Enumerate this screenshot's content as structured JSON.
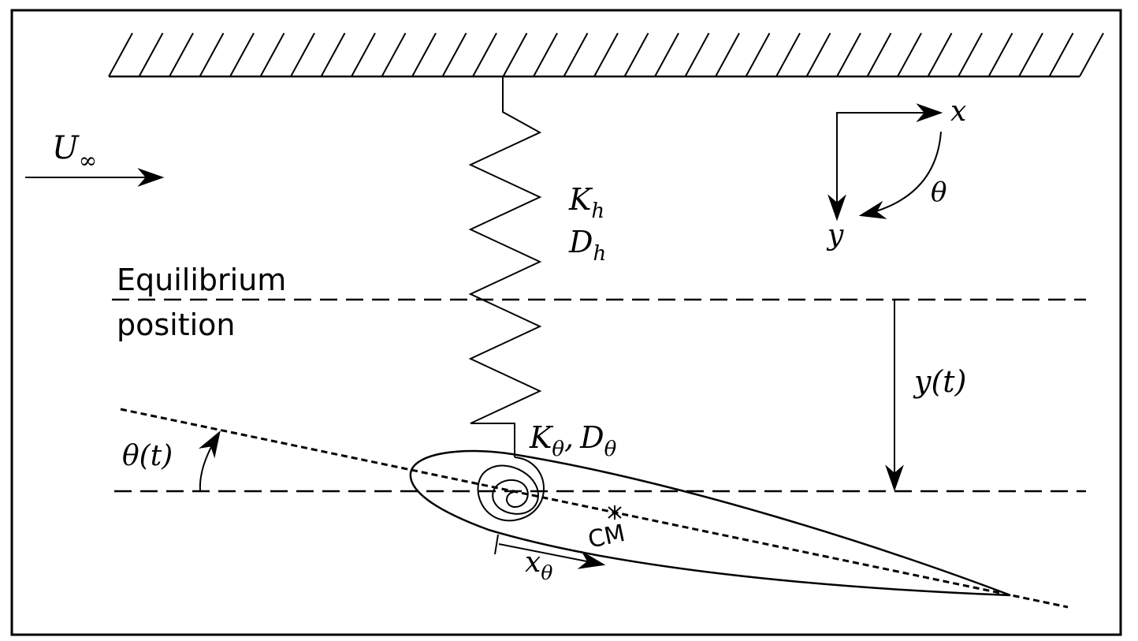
{
  "diagram": {
    "freestream": {
      "symbol": "U",
      "subscript": "∞"
    },
    "heave_spring": {
      "stiffness": {
        "symbol": "K",
        "subscript": "h"
      },
      "damping": {
        "symbol": "D",
        "subscript": "h"
      }
    },
    "torsion_spring": {
      "stiffness": {
        "symbol": "K",
        "subscript": "θ"
      },
      "separator": ",",
      "damping": {
        "symbol": "D",
        "subscript": "θ"
      }
    },
    "equilibrium_label": {
      "line1": "Equilibrium",
      "line2": "position"
    },
    "heave_displacement": "y(t)",
    "pitch_angle": "θ(t)",
    "center_of_mass": "CM",
    "offset": {
      "symbol": "x",
      "subscript": "θ"
    },
    "axes": {
      "x": "x",
      "y": "y",
      "rotation": "θ"
    }
  }
}
